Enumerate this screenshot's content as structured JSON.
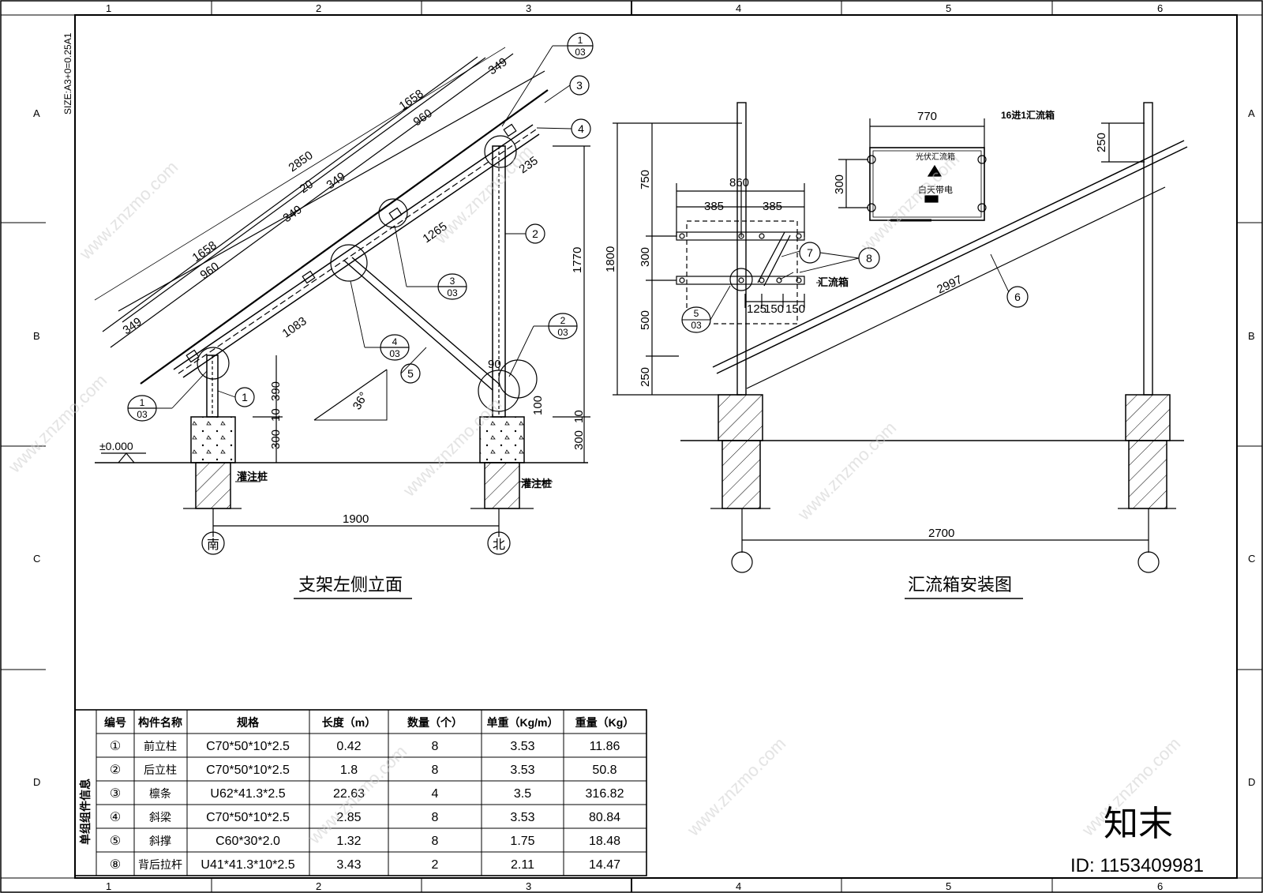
{
  "sheet": {
    "size_label": "SIZE:A3+0=0.25A1",
    "col_labels": [
      "1",
      "2",
      "3",
      "4",
      "5",
      "6"
    ],
    "row_labels": [
      "A",
      "B",
      "C",
      "D"
    ]
  },
  "left_view": {
    "title": "支架左侧立面",
    "dims": {
      "d2850": "2850",
      "d1658a": "1658",
      "d1658b": "1658",
      "d960a": "960",
      "d960b": "960",
      "d349a": "349",
      "d349b": "349",
      "d349c": "349",
      "d349d": "349",
      "d20": "20",
      "d235": "235",
      "d1770": "1770",
      "d1265": "1265",
      "d1083": "1083",
      "d390": "390",
      "d10a": "10",
      "d300a": "300",
      "d90": "90",
      "d100": "100",
      "d10b": "10",
      "d300b": "300",
      "d1900": "1900",
      "angle": "36°"
    },
    "level": "±0.000",
    "pile_label_1": "灌注桩",
    "pile_label_2": "灌注桩",
    "axis_south": "南",
    "axis_north": "北",
    "members": [
      "1",
      "2",
      "3",
      "4",
      "5"
    ],
    "details": [
      {
        "top": "1",
        "bottom": "03"
      },
      {
        "top": "3",
        "bottom": "03"
      },
      {
        "top": "4",
        "bottom": "03"
      },
      {
        "top": "2",
        "bottom": "03"
      },
      {
        "top": "1",
        "bottom": "03"
      }
    ]
  },
  "right_view": {
    "title": "汇流箱安装图",
    "dims": {
      "d770": "770",
      "d860": "860",
      "d385a": "385",
      "d385b": "385",
      "d300box": "300",
      "d750": "750",
      "d300": "300",
      "d500": "500",
      "d250": "250",
      "d1800": "1800",
      "d125": "125",
      "d150a": "150",
      "d150b": "150",
      "d2997": "2997",
      "d250r": "250",
      "d2700": "2700"
    },
    "box_title": "16进1汇流箱",
    "box_line1": "光伏汇流箱",
    "box_line2": "白天带电",
    "box_label": "汇流箱",
    "members": [
      "6",
      "7",
      "8"
    ],
    "detail": {
      "top": "5",
      "bottom": "03"
    }
  },
  "table": {
    "side_title": "单组组件信息",
    "headers": [
      "编号",
      "构件名称",
      "规格",
      "长度（m）",
      "数量（个）",
      "单重（Kg/m）",
      "重量（Kg）"
    ],
    "rows": [
      [
        "①",
        "前立柱",
        "C70*50*10*2.5",
        "0.42",
        "8",
        "3.53",
        "11.86"
      ],
      [
        "②",
        "后立柱",
        "C70*50*10*2.5",
        "1.8",
        "8",
        "3.53",
        "50.8"
      ],
      [
        "③",
        "檩条",
        "U62*41.3*2.5",
        "22.63",
        "4",
        "3.5",
        "316.82"
      ],
      [
        "④",
        "斜梁",
        "C70*50*10*2.5",
        "2.85",
        "8",
        "3.53",
        "80.84"
      ],
      [
        "⑤",
        "斜撑",
        "C60*30*2.0",
        "1.32",
        "8",
        "1.75",
        "18.48"
      ],
      [
        "⑧",
        "背后拉杆",
        "U41*41.3*10*2.5",
        "3.43",
        "2",
        "2.11",
        "14.47"
      ]
    ]
  },
  "watermark": {
    "text": "www.znzmo.com",
    "logo": "知末",
    "id": "ID: 1153409981"
  }
}
